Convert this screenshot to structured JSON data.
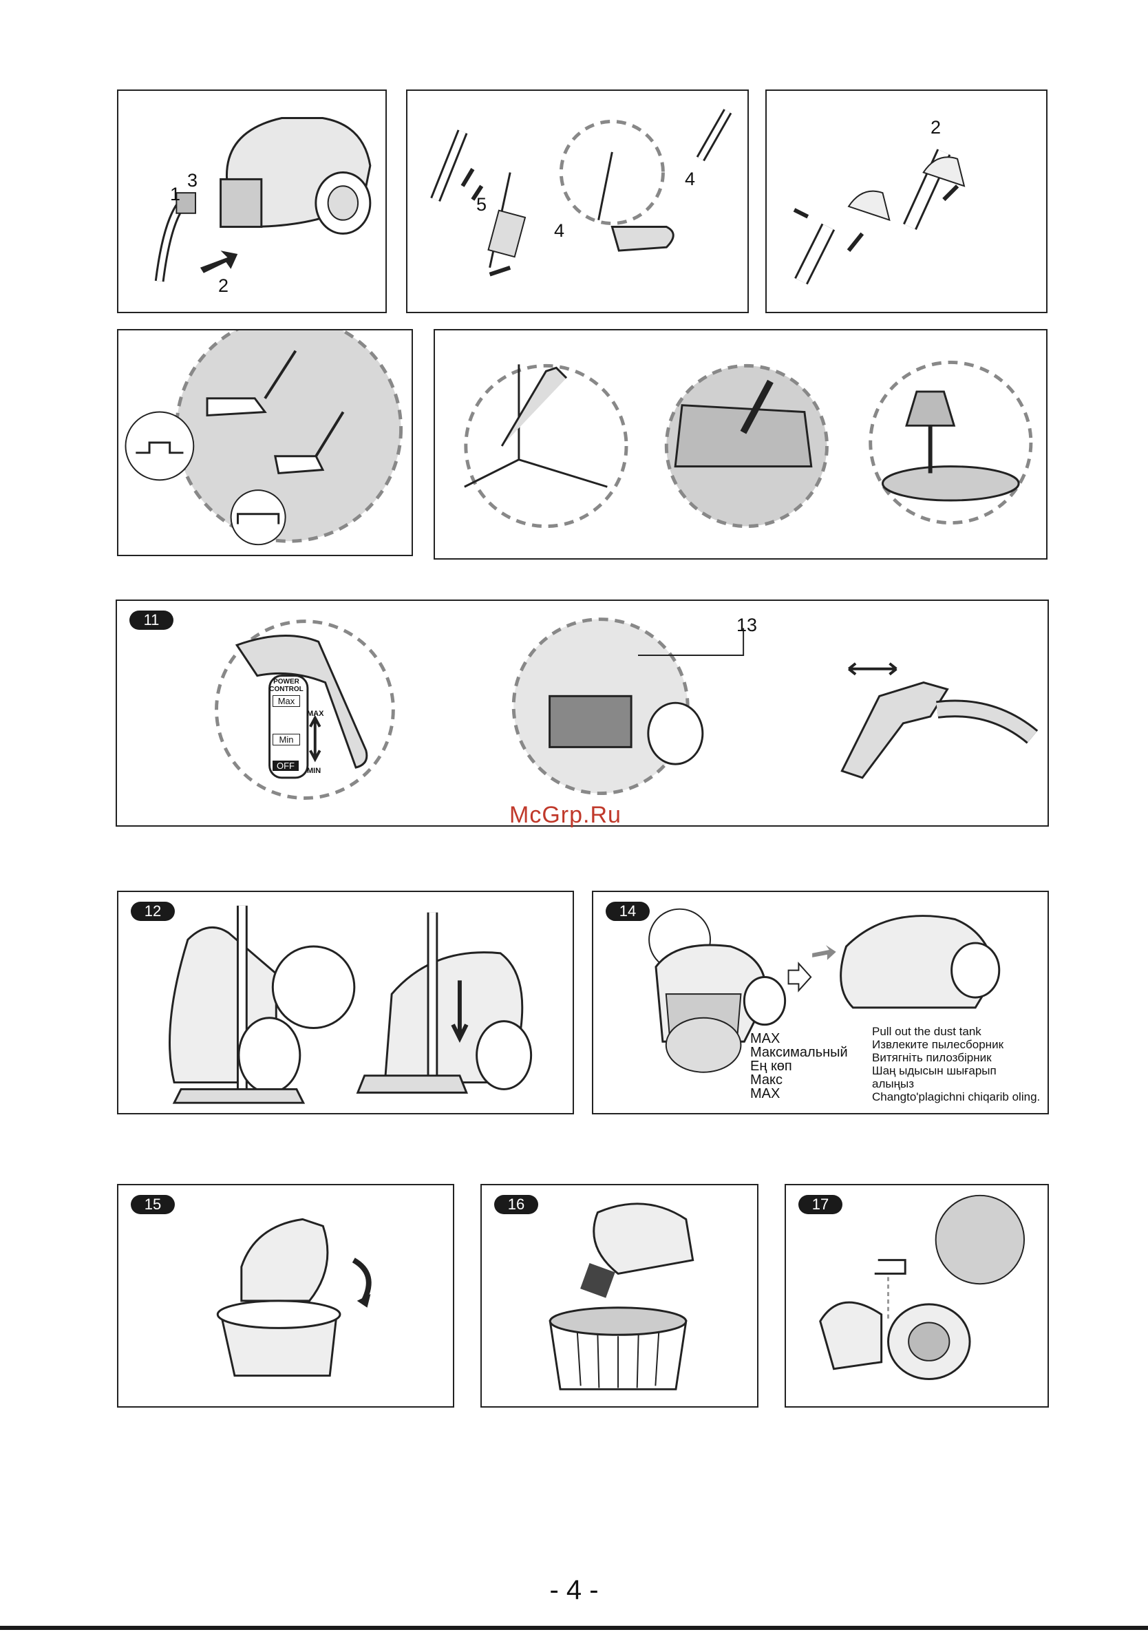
{
  "panels": {
    "p1": {
      "callouts": [
        "1",
        "3",
        "2"
      ]
    },
    "p2": {
      "callouts": [
        "5",
        "4",
        "4"
      ]
    },
    "p3": {
      "callouts": [
        "2"
      ]
    },
    "p11": {
      "badge": "11",
      "callouts": [
        "13"
      ],
      "handle": {
        "title_line1": "POWER",
        "title_line2": "CONTROL",
        "max_box": "Max",
        "min_box": "Min",
        "off_box": "OFF",
        "max_arrow": "MAX",
        "min_arrow": "MIN"
      }
    },
    "p12": {
      "badge": "12"
    },
    "p14": {
      "badge": "14",
      "max_labels": [
        "MAX",
        "Максимальный",
        "Ең көп",
        "Макс",
        "MAX"
      ],
      "instructions": [
        "Pull out the dust tank",
        "Извлеките пылесборник",
        "Витягніть пилозбірник",
        "Шаң ыдысын шығарып",
        "алыңыз",
        "Changto'plagichni chiqarib oling."
      ]
    },
    "p15": {
      "badge": "15"
    },
    "p16": {
      "badge": "16"
    },
    "p17": {
      "badge": "17"
    }
  },
  "watermark": "McGrp.Ru",
  "page_number": "- 4 -",
  "colors": {
    "line": "#222222",
    "fill_gray": "#d8d8d8",
    "dark": "#1a1a1a",
    "watermark": "#c0392b"
  }
}
